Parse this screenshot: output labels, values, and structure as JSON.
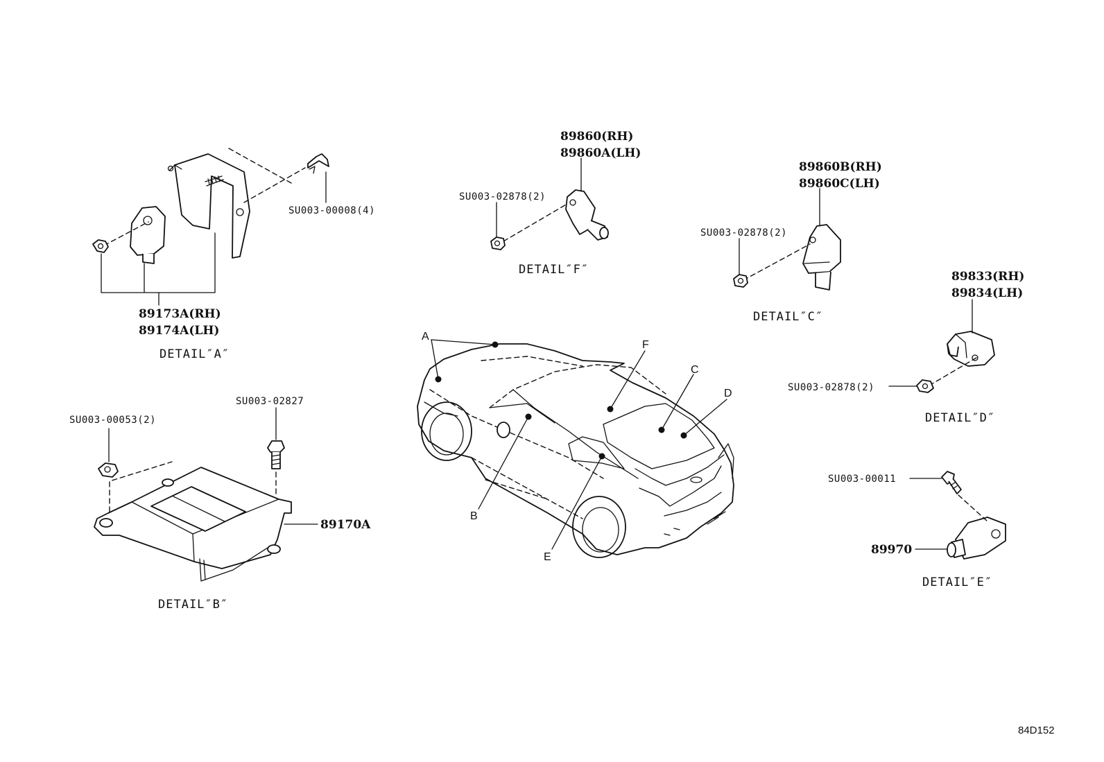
{
  "detail_a": {
    "title": "DETAIL″A″",
    "part_rh": "89173A(RH)",
    "part_lh": "89174A(LH)",
    "bolt": "SU003-00008(4)"
  },
  "detail_b": {
    "title": "DETAIL″B″",
    "part": "89170A",
    "nut": "SU003-00053(2)",
    "bolt": "SU003-02827"
  },
  "detail_c": {
    "title": "DETAIL″C″",
    "part_rh": "89860B(RH)",
    "part_lh": "89860C(LH)",
    "nut": "SU003-02878(2)"
  },
  "detail_d": {
    "title": "DETAIL″D″",
    "part_rh": "89833(RH)",
    "part_lh": "89834(LH)",
    "nut": "SU003-02878(2)"
  },
  "detail_e": {
    "title": "DETAIL″E″",
    "part": "89970",
    "bolt": "SU003-00011"
  },
  "detail_f": {
    "title": "DETAIL″F″",
    "part_rh": "89860(RH)",
    "part_lh": "89860A(LH)",
    "nut": "SU003-02878(2)"
  },
  "car_locations": [
    "A",
    "B",
    "C",
    "D",
    "E",
    "F"
  ],
  "figure_ref": "84D152"
}
